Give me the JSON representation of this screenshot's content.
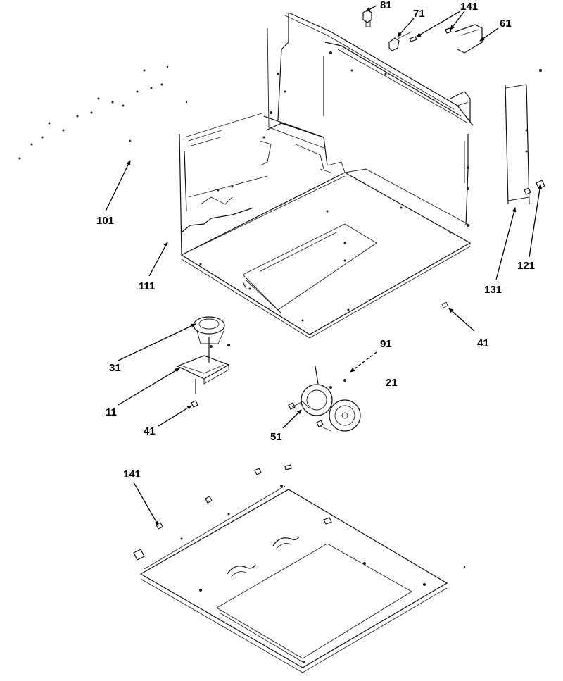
{
  "labels": {
    "l81": "81",
    "l71": "71",
    "l141a": "141",
    "l61": "61",
    "l101": "101",
    "l111": "111",
    "l131": "131",
    "l121": "121",
    "l41a": "41",
    "l91": "91",
    "l21": "21",
    "l31": "31",
    "l11": "11",
    "l41b": "41",
    "l51": "51",
    "l141b": "141"
  }
}
